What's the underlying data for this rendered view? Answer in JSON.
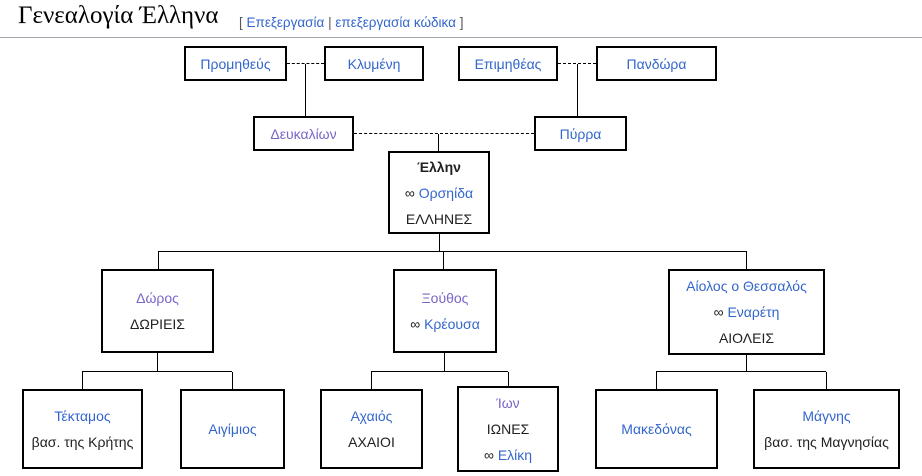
{
  "header": {
    "title": "Γενεαλογία Έλληνα",
    "edit": {
      "open_bracket": "[",
      "edit_label": "Επεξεργασία",
      "separator": "|",
      "edit_source_label": "επεξεργασία κώδικα",
      "close_bracket": "]"
    }
  },
  "colors": {
    "link_blue": "#3366cc",
    "link_visited_purple": "#7b65c7",
    "text": "#202122",
    "box_border": "#000000",
    "heading_rule": "#a2a9b1"
  },
  "boxes": {
    "prometheus": {
      "label": "Προμηθεύς"
    },
    "klymene": {
      "label": "Κλυμένη"
    },
    "epimetheas": {
      "label": "Επιμηθέας"
    },
    "pandora": {
      "label": "Πανδώρα"
    },
    "deukalion": {
      "label": "Δευκαλίων"
    },
    "pyrrha": {
      "label": "Πύρρα"
    },
    "hellen": {
      "name": "Έλλην",
      "spouse_symbol": "∞",
      "spouse": "Ορσηίδα",
      "group": "ΕΛΛΗΝΕΣ"
    },
    "doros": {
      "name": "Δώρος",
      "group": "ΔΩΡΙΕΙΣ"
    },
    "xouthos": {
      "name": "Ξούθος",
      "spouse_symbol": "∞",
      "spouse": "Κρέουσα"
    },
    "aiolos": {
      "name": "Αίολος ο Θεσσαλός",
      "spouse_symbol": "∞",
      "spouse": "Εναρέτη",
      "group": "ΑΙΟΛΕΙΣ"
    },
    "tektamos": {
      "name": "Τέκταμος",
      "subtitle": "βασ. της Κρήτης"
    },
    "aigimios": {
      "label": "Αιγίμιος"
    },
    "achaios": {
      "name": "Αχαιός",
      "group": "ΑΧΑΙΟΙ"
    },
    "ion": {
      "name": "Ίων",
      "group": "ΙΩΝΕΣ",
      "spouse_symbol": "∞",
      "spouse": "Ελίκη"
    },
    "makedonas": {
      "label": "Μακεδόνας"
    },
    "magnes": {
      "name": "Μάγνης",
      "subtitle": "βασ. της Μαγνησίας"
    }
  }
}
